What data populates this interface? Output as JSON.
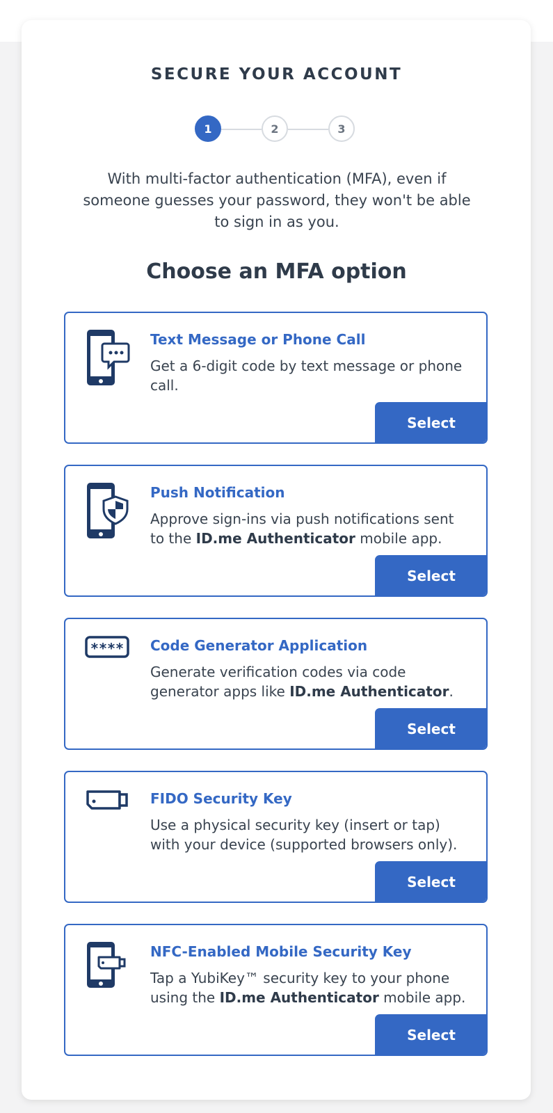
{
  "header": {
    "title": "SECURE YOUR ACCOUNT"
  },
  "stepper": {
    "steps": [
      "1",
      "2",
      "3"
    ],
    "active_step": "1"
  },
  "intro": "With multi-factor authentication (MFA), even if someone guesses your password, they won't be able to sign in as you.",
  "choose_heading": "Choose an MFA option",
  "options": [
    {
      "icon": "phone-message-icon",
      "title": "Text Message or Phone Call",
      "desc_pre": "Get a 6-digit code by text message or phone call.",
      "desc_bold": "",
      "desc_post": "",
      "button": "Select"
    },
    {
      "icon": "phone-shield-icon",
      "title": "Push Notification",
      "desc_pre": "Approve sign-ins via push notifications sent to the ",
      "desc_bold": "ID.me Authenticator",
      "desc_post": " mobile app.",
      "button": "Select"
    },
    {
      "icon": "code-asterisks-icon",
      "title": "Code Generator Application",
      "desc_pre": "Generate verification codes via code generator apps like ",
      "desc_bold": "ID.me Authenticator",
      "desc_post": ".",
      "button": "Select"
    },
    {
      "icon": "usb-key-icon",
      "title": "FIDO Security Key",
      "desc_pre": "Use a physical security key (insert or tap) with your device (supported browsers only).",
      "desc_bold": "",
      "desc_post": "",
      "button": "Select"
    },
    {
      "icon": "phone-usb-key-icon",
      "title": "NFC-Enabled Mobile Security Key",
      "desc_pre": "Tap a YubiKey™ security key to your phone using the ",
      "desc_bold": "ID.me Authenticator",
      "desc_post": " mobile app.",
      "button": "Select"
    }
  ],
  "colors": {
    "accent": "#3468c4",
    "icon": "#1f3a66",
    "text": "#39434f"
  }
}
